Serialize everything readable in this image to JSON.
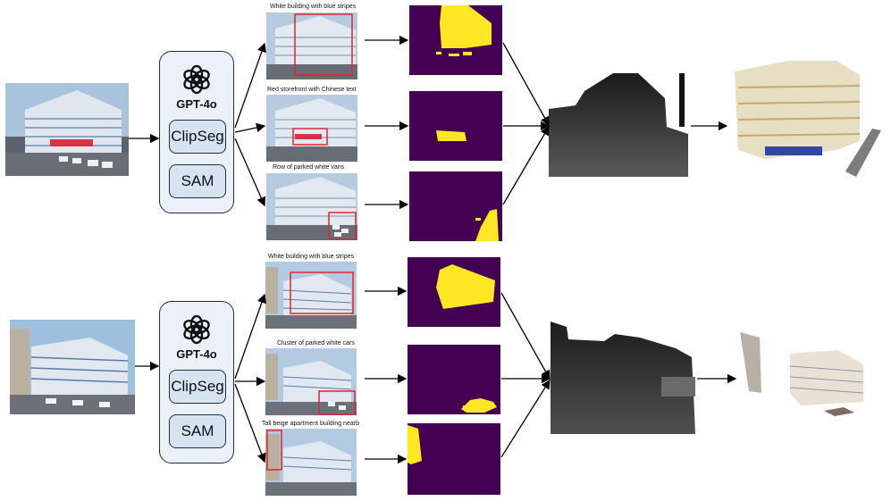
{
  "rows": [
    {
      "model_label": "GPT-4o",
      "tools": [
        "ClipSeg",
        "SAM"
      ],
      "captions": [
        "White building with blue stripes",
        "Red storefront with Chinese text",
        "Row of parked white vans"
      ]
    },
    {
      "model_label": "GPT-4o",
      "tools": [
        "ClipSeg",
        "SAM"
      ],
      "captions": [
        "White building with blue stripes",
        "Cluster of parked white cars",
        "Tall beige apartment building nearb"
      ]
    }
  ],
  "icons": {
    "model": "openai-logo-icon"
  },
  "colors": {
    "mask_bg": "#440154",
    "mask_fg": "#fde725",
    "panel_bg": "#eaf1f8",
    "tool_bg": "#d6e3f1",
    "highlight_box": "#e0262b"
  }
}
